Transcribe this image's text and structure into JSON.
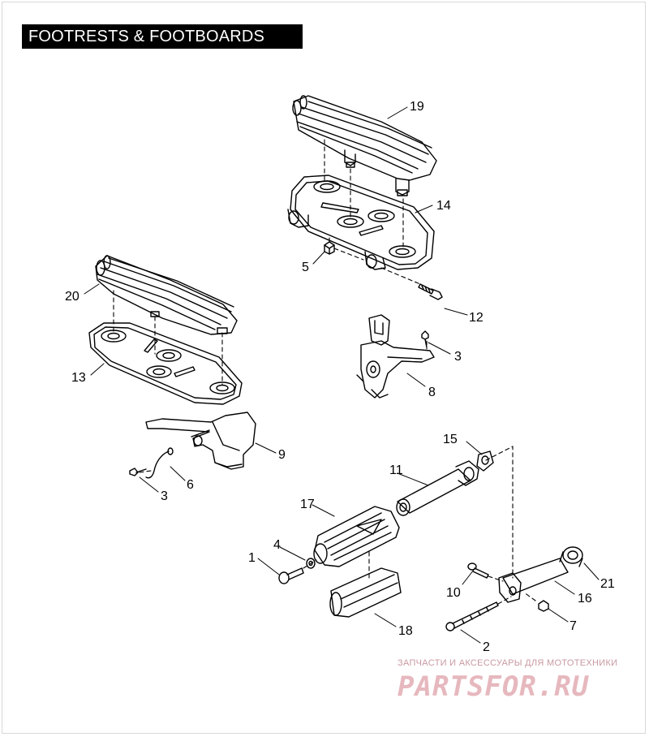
{
  "title": "FOOTRESTS & FOOTBOARDS",
  "watermark": {
    "subtitle": "ЗАПЧАСТИ И АКСЕССУАРЫ ДЛЯ МОТОТЕХНИКИ",
    "logo": "PARTSFOR.RU",
    "color": "#e6b8be"
  },
  "callouts": [
    {
      "id": "19",
      "label": "19"
    },
    {
      "id": "14",
      "label": "14"
    },
    {
      "id": "5",
      "label": "5"
    },
    {
      "id": "12",
      "label": "12"
    },
    {
      "id": "20",
      "label": "20"
    },
    {
      "id": "13",
      "label": "13"
    },
    {
      "id": "3a",
      "label": "3"
    },
    {
      "id": "8",
      "label": "8"
    },
    {
      "id": "9",
      "label": "9"
    },
    {
      "id": "6",
      "label": "6"
    },
    {
      "id": "3b",
      "label": "3"
    },
    {
      "id": "15",
      "label": "15"
    },
    {
      "id": "11",
      "label": "11"
    },
    {
      "id": "17",
      "label": "17"
    },
    {
      "id": "4",
      "label": "4"
    },
    {
      "id": "1",
      "label": "1"
    },
    {
      "id": "10",
      "label": "10"
    },
    {
      "id": "21",
      "label": "21"
    },
    {
      "id": "16",
      "label": "16"
    },
    {
      "id": "7",
      "label": "7"
    },
    {
      "id": "18",
      "label": "18"
    },
    {
      "id": "2",
      "label": "2"
    }
  ]
}
